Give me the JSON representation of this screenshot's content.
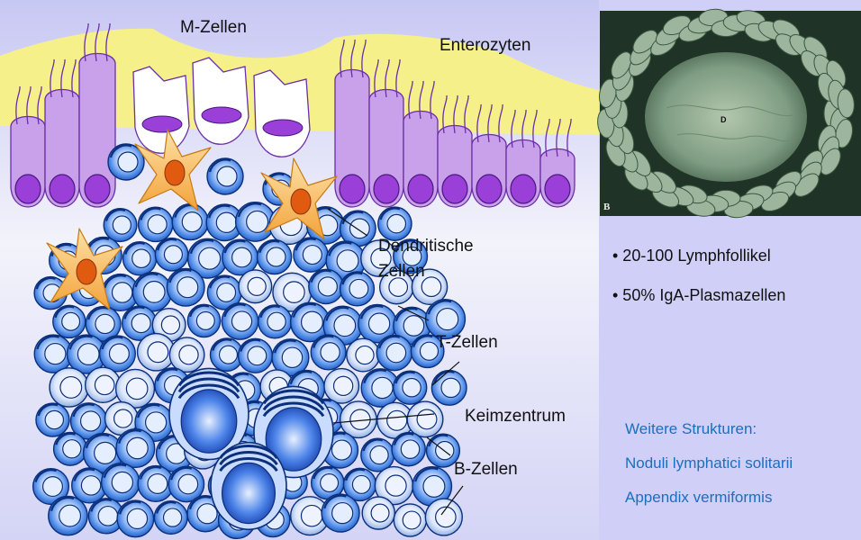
{
  "labels": {
    "m_cells": "M-Zellen",
    "enterocytes": "Enterozyten",
    "dendritic": [
      "Dendritische",
      "Zellen"
    ],
    "t_cells": "T-Zellen",
    "germinal_center": "Keimzentrum",
    "b_cells": "B-Zellen"
  },
  "micrograph": {
    "center_letter": "D",
    "corner_letter": "B"
  },
  "bullets": [
    "• 20-100 Lymphfollikel",
    "• 50% IgA-Plasmazellen"
  ],
  "further": {
    "heading": "Weitere Strukturen:",
    "items": [
      "Noduli lymphatici solitarii",
      "Appendix vermiformis"
    ]
  },
  "colors": {
    "background": "#cfcff7",
    "mucus": "#f5f08a",
    "enterocyte": "#c9a0ea",
    "nucleus": "#9a3fd8",
    "dendritic": "#f5b24a",
    "dendritic_nucleus": "#e05a10",
    "lymphocyte": "#3e86e4",
    "link_text": "#1a6fbf"
  }
}
